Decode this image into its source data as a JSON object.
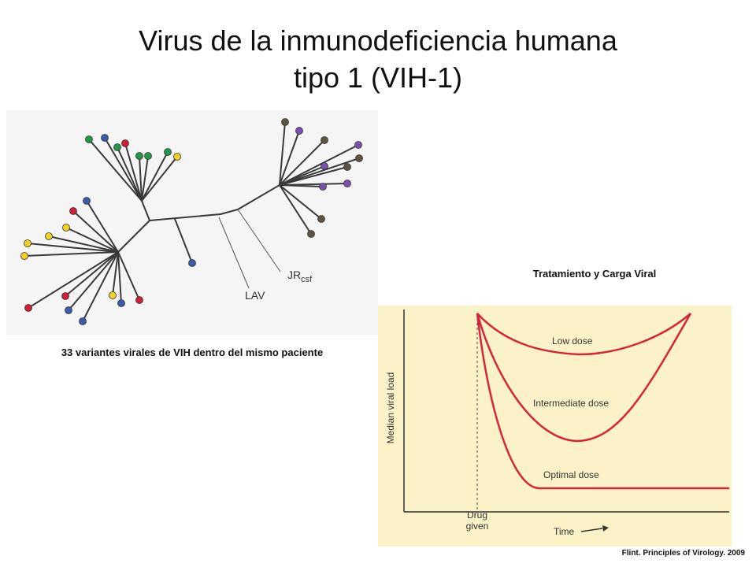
{
  "title": {
    "line1": "Virus de la inmunodeficiencia humana",
    "line2": "tipo 1 (VIH-1)"
  },
  "tree": {
    "caption": "33 variantes virales de VIH dentro del mismo paciente",
    "label_lav": "LAV",
    "label_jr": "JR",
    "label_jr_sub": "csf",
    "colors": {
      "green": "#1f9a4a",
      "blue": "#3a5ba8",
      "red": "#d21f35",
      "yellow": "#f2d21e",
      "purple": "#7b4fb0",
      "brown": "#5e5440",
      "branch": "#3a3a3a"
    }
  },
  "chart": {
    "title": "Tratamiento y Carga Viral",
    "ylabel": "Median viral load",
    "xlabel": "Time",
    "drug_label_1": "Drug",
    "drug_label_2": "given",
    "curve_labels": [
      "Low dose",
      "Intermediate dose",
      "Optimal dose"
    ],
    "background": "#fbf2c8",
    "curve_color": "#d8243a"
  },
  "credit": "Flint. Principles of Virology. 2009"
}
